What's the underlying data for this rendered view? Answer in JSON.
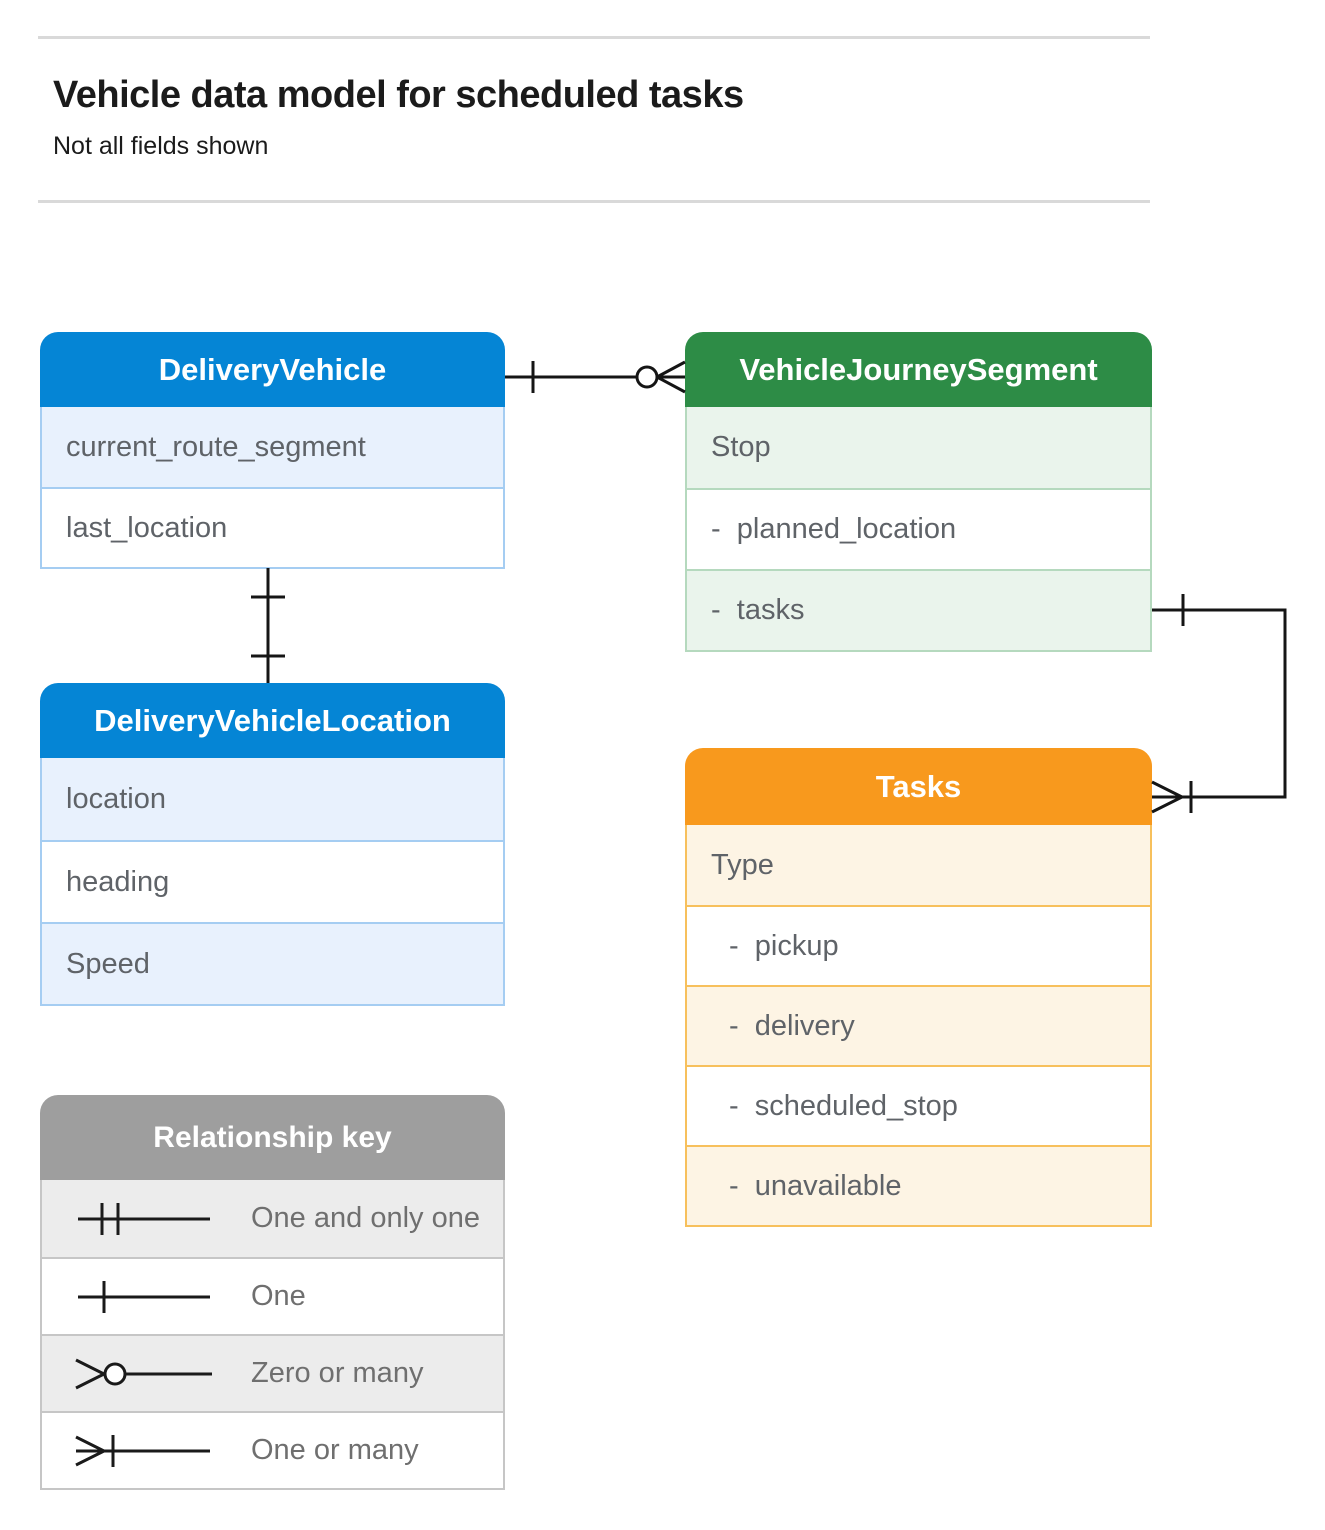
{
  "page": {
    "title": "Vehicle data model for scheduled tasks",
    "subtitle": "Not all fields shown"
  },
  "colors": {
    "blue_header": "#0585d5",
    "blue_row_tint": "#e8f1fd",
    "blue_border": "#a5cdf2",
    "green_header": "#2d8c46",
    "green_row_tint": "#eaf4ec",
    "green_border": "#b5d9be",
    "orange_header": "#f8991d",
    "orange_row_tint": "#fdf4e4",
    "orange_border": "#f7c05c",
    "gray_header": "#9e9e9e",
    "gray_row_tint": "#ececec",
    "gray_border": "#c6c6c6",
    "row_text": "#5f6368",
    "connector": "#151515"
  },
  "entities": {
    "delivery_vehicle": {
      "title": "DeliveryVehicle",
      "rows": [
        "current_route_segment",
        "last_location"
      ]
    },
    "vehicle_journey_segment": {
      "title": "VehicleJourneySegment",
      "rows": [
        "Stop",
        "-  planned_location",
        "-  tasks"
      ]
    },
    "delivery_vehicle_location": {
      "title": "DeliveryVehicleLocation",
      "rows": [
        "location",
        "heading",
        "Speed"
      ]
    },
    "tasks": {
      "title": "Tasks",
      "rows": [
        "Type",
        "-  pickup",
        "-  delivery",
        "-  scheduled_stop",
        "-  unavailable"
      ]
    }
  },
  "legend": {
    "title": "Relationship key",
    "items": [
      "One and only one",
      "One",
      "Zero or many",
      "One or many"
    ]
  },
  "relationships": [
    {
      "from": "DeliveryVehicle",
      "to": "VehicleJourneySegment",
      "from_end": "one",
      "to_end": "zero or many"
    },
    {
      "from": "DeliveryVehicle",
      "to": "DeliveryVehicleLocation",
      "from_end": "one",
      "to_end": "one"
    },
    {
      "from": "VehicleJourneySegment.tasks",
      "to": "Tasks",
      "from_end": "one",
      "to_end": "one or many"
    }
  ]
}
